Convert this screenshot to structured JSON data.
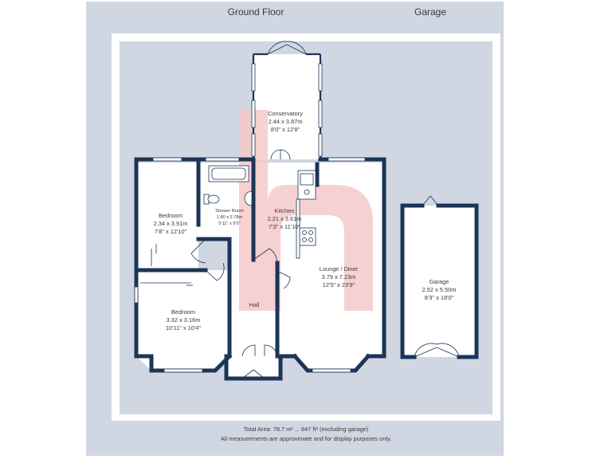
{
  "headers": {
    "ground_floor": "Ground Floor",
    "garage": "Garage"
  },
  "rooms": {
    "conservatory": {
      "name": "Conservatory",
      "metric": "2.44 x 3.87m",
      "imperial": "8'0\" x 12'8\""
    },
    "bedroom1": {
      "name": "Bedroom",
      "metric": "2.34 x 3.91m",
      "imperial": "7'8\" x 12'10\""
    },
    "shower": {
      "name": "Shower Room",
      "metric": "1.80 x 2.78m",
      "imperial": "5'11\" x 9'0\""
    },
    "kitchen": {
      "name": "Kitchen",
      "metric": "2.21 x 3.61m",
      "imperial": "7'3\" x 11'10\""
    },
    "bedroom2": {
      "name": "Bedroom",
      "metric": "3.32 x 3.16m",
      "imperial": "10'11\" x 10'4\""
    },
    "hall": {
      "name": "Hall"
    },
    "lounge": {
      "name": "Lounge / Diner",
      "metric": "3.79 x 7.23m",
      "imperial": "12'5\" x 23'9\""
    },
    "garage": {
      "name": "Garage",
      "metric": "2.52 x 5.50m",
      "imperial": "8'3\" x 18'0\""
    }
  },
  "footer": {
    "total_area": "Total Area: 78.7 m² ... 847 ft² (excluding garage)",
    "disclaimer": "All measurements are approximate and for display purposes only."
  },
  "colors": {
    "wall": "#1c3557",
    "background": "#d0d7e2",
    "frame": "#ffffff",
    "interior": "#ffffff",
    "watermark": "#f5c9c9"
  },
  "watermark_icon": "brand-logo-h-watermark"
}
